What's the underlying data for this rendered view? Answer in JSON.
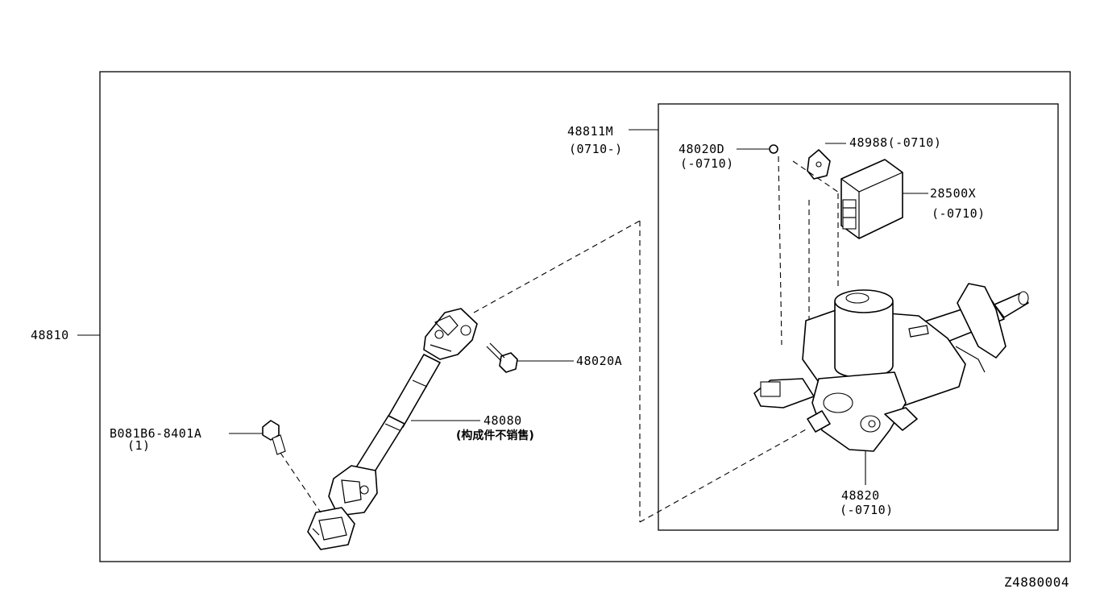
{
  "diagram_id": "Z4880004",
  "labels": {
    "assembly": "48810",
    "column_assy_no": "48811M",
    "column_assy_period": "(0710-)",
    "nut_no": "48020D",
    "nut_period": "(-0710)",
    "bracket_label": "48988(-0710)",
    "ecu_no": "28500X",
    "ecu_period": "(-0710)",
    "bolt_no": "48020A",
    "shaft_no": "48080",
    "shaft_note": "(构成件不销售)",
    "lower_bolt_no": "B081B6-8401A",
    "lower_bolt_qty": "(1)",
    "column_no": "48820",
    "column_period": "(-0710)"
  }
}
